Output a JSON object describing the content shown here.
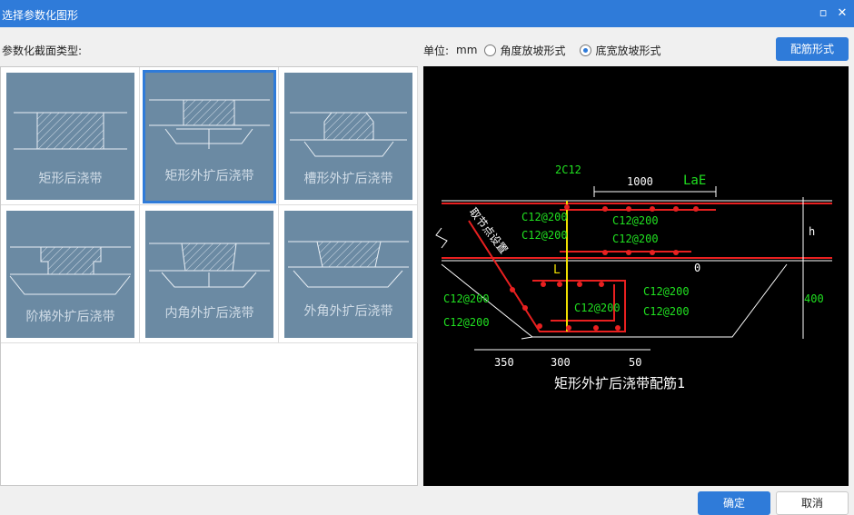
{
  "window": {
    "title": "选择参数化图形",
    "maximize_icon": "maximize-icon",
    "close_icon": "close-icon"
  },
  "section_label": "参数化截面类型:",
  "unit": {
    "label": "单位:",
    "value": "mm"
  },
  "radios": [
    {
      "label": "角度放坡形式",
      "checked": false
    },
    {
      "label": "底宽放坡形式",
      "checked": true
    }
  ],
  "buttons": {
    "rebar_form": "配筋形式",
    "ok": "确定",
    "cancel": "取消"
  },
  "tiles": [
    {
      "label": "矩形后浇带",
      "selected": false
    },
    {
      "label": "矩形外扩后浇带",
      "selected": true
    },
    {
      "label": "槽形外扩后浇带",
      "selected": false
    },
    {
      "label": "阶梯外扩后浇带",
      "selected": false
    },
    {
      "label": "内角外扩后浇带",
      "selected": false
    },
    {
      "label": "外角外扩后浇带",
      "selected": false
    }
  ],
  "drawing": {
    "caption": "矩形外扩后浇带配筋1",
    "top_bar": "2C12",
    "width_dim": "1000",
    "lae": "LaE",
    "h": "h",
    "zero": "0",
    "l": "L",
    "dim_400": "400",
    "dim_350": "350",
    "dim_300": "300",
    "dim_50": "50",
    "diagonal_note": "取节点设置",
    "rebar_labels": [
      "C12@200",
      "C12@200",
      "C12@200",
      "C12@200",
      "C12@200",
      "C12@200",
      "C12@200",
      "C12@200",
      "C12@200"
    ],
    "colors": {
      "rebar": "#e82020",
      "text": "#20e020",
      "line": "#ffffff",
      "yellow": "#f0e000"
    }
  }
}
